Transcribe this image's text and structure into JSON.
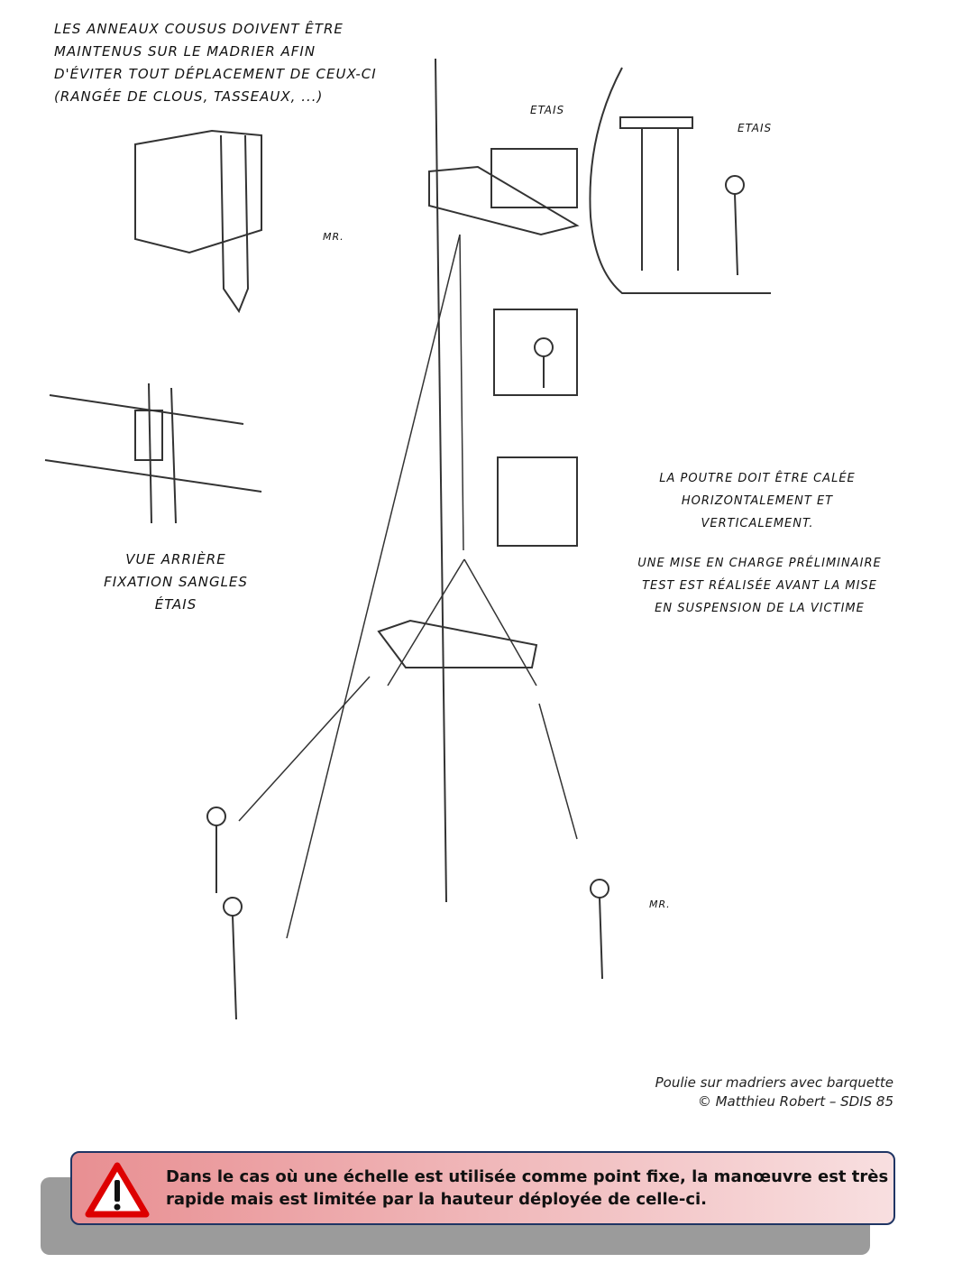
{
  "illustration": {
    "note_top_left": [
      "Les anneaux cousus doivent être",
      "maintenus sur le madrier afin",
      "d'éviter tout déplacement de ceux-ci",
      "(rangée de clous, tasseaux, ...)"
    ],
    "label_etais_1": "Etais",
    "label_etais_2": "Etais",
    "rear_view": [
      "Vue arrière",
      "Fixation sangles étais"
    ],
    "note_beam": [
      "La poutre doit être calée",
      "horizontalement et verticalement."
    ],
    "note_test": [
      "Une mise en charge préliminaire",
      "test est réalisée avant la mise",
      "en suspension de la victime"
    ],
    "signature": "MR."
  },
  "caption": {
    "title": "Poulie sur madriers avec barquette",
    "credit": "© Matthieu Robert – SDIS 85"
  },
  "warning": {
    "icon": "warning-triangle-icon",
    "text_line1": "Dans le cas où une échelle est utilisée comme point fixe, la manœuvre est très",
    "text_line2": "rapide mais est limitée par la hauteur déployée de celle-ci.",
    "bg_start": "#e88f92",
    "bg_end": "#f8dfe0",
    "border": "#1f3564"
  }
}
